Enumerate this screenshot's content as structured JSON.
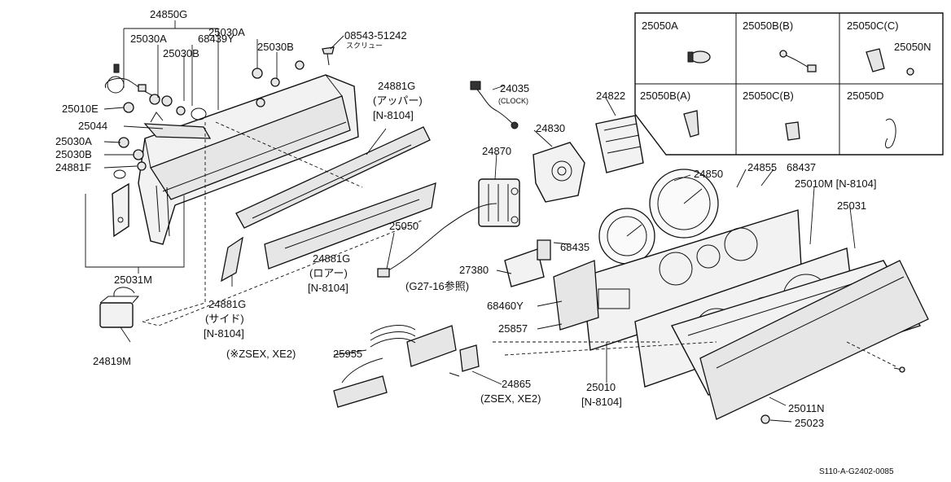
{
  "labels": {
    "p24850G": "24850G",
    "p25030A_1": "25030A",
    "p68439Y": "68439Y",
    "p25030B_1": "25030B",
    "p25030A_2": "25030A",
    "p25030B_2": "25030B",
    "p08543": "08543-51242",
    "p08543_sub": "スクリュー",
    "p25010E": "25010E",
    "p25044": "25044",
    "p25030A_3": "25030A",
    "p25030B_3": "25030B",
    "p24881F": "24881F",
    "p25031M": "25031M",
    "p24819M": "24819M",
    "p24881G_upper": "24881G",
    "p24881G_upper_sub": "(アッパー)",
    "p24881G_upper_code": "[N-8104]",
    "p24035": "24035",
    "p24035_sub": "(CLOCK)",
    "p24822": "24822",
    "p24830": "24830",
    "p24870": "24870",
    "p24850": "24850",
    "p24855": "24855",
    "p68437": "68437",
    "p25010M": "25010M [N-8104]",
    "p25031": "25031",
    "p25050": "25050",
    "p68435": "68435",
    "p24881G_lower": "24881G",
    "p24881G_lower_sub": "(ロアー)",
    "p24881G_lower_code": "[N-8104]",
    "p27380": "27380",
    "p27380_sub": "(G27-16参照)",
    "p68460Y": "68460Y",
    "p25857": "25857",
    "p24881G_side": "24881G",
    "p24881G_side_sub": "(サイド)",
    "p24881G_side_code": "[N-8104]",
    "p25955_note": "(※ZSEX, XE2)",
    "p25955": "25955",
    "p24865": "24865",
    "p24865_sub": "(ZSEX, XE2)",
    "p25010": "25010",
    "p25010_code": "[N-8104]",
    "p25011N": "25011N",
    "p25023": "25023"
  },
  "inset": {
    "c25050A": "25050A",
    "c25050B_B": "25050B(B)",
    "c25050C_C": "25050C(C)",
    "c25050N": "25050N",
    "c25050B_A": "25050B(A)",
    "c25050C_B": "25050C(B)",
    "c25050D": "25050D"
  },
  "footer": {
    "doc_code": "S110-A-G2402-0085"
  }
}
